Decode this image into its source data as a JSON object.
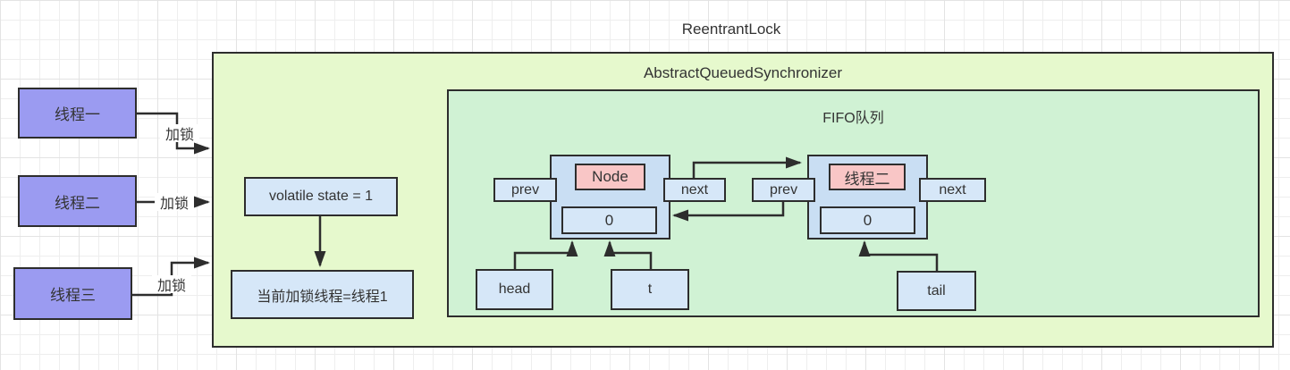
{
  "title": "ReentrantLock",
  "aqs_label": "AbstractQueuedSynchronizer",
  "fifo_label": "FIFO队列",
  "threads": [
    {
      "label": "线程一",
      "action": "加锁"
    },
    {
      "label": "线程二",
      "action": "加锁"
    },
    {
      "label": "线程三",
      "action": "加锁"
    }
  ],
  "state_box": "volatile state = 1",
  "owner_box": "当前加锁线程=线程1",
  "queue": {
    "node1": {
      "title": "Node",
      "prev": "prev",
      "next": "next",
      "value": "0"
    },
    "node2": {
      "title": "线程二",
      "prev": "prev",
      "next": "next",
      "value": "0"
    },
    "pointers": {
      "head": "head",
      "t": "t",
      "tail": "tail"
    }
  },
  "colors": {
    "canvas-bg": "#ffffff",
    "grid-minor": "#eeeeee",
    "grid-major": "#e3e3e3",
    "outer-fill": "#e6f9cd",
    "fifo-fill": "#d0f2d4",
    "node-fill": "#c9def3",
    "cell-fill": "#d6e7f8",
    "pink-fill": "#f9c6c6",
    "thread-fill": "#9b9bf1",
    "stroke": "#2d2d2d",
    "text": "#333333"
  }
}
